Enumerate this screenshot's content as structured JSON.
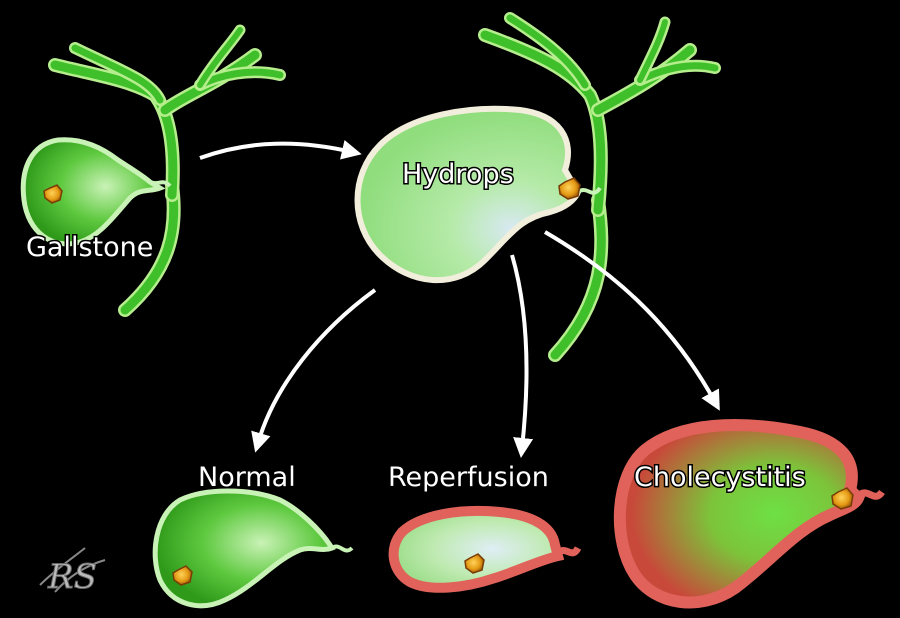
{
  "labels": {
    "gallstone": "Gallstone",
    "hydrops": "Hydrops",
    "normal": "Normal",
    "reperfusion": "Reperfusion",
    "cholecystitis": "Cholecystitis"
  },
  "logo": {
    "text": "RS"
  },
  "colors": {
    "background": "#000000",
    "duct_green": "#3fbf2a",
    "duct_outline": "#b6ee8e",
    "gallbladder_dark": "#2f9a1a",
    "gallbladder_light": "#c9f2b6",
    "hydrops_fill": "#a9e89a",
    "hydrops_rim": "#f2eedc",
    "inflamed_rim": "#e0625a",
    "stone_fill": "#e8a21a",
    "stone_rim": "#7a3c05",
    "arrow": "#ffffff"
  }
}
